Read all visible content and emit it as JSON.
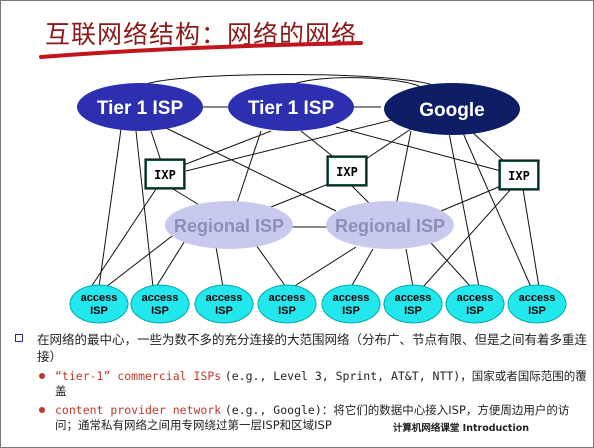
{
  "title": "互联网络结构：网络的网络",
  "diagram": {
    "nodes": {
      "tier1_a": "Tier 1 ISP",
      "tier1_b": "Tier 1 ISP",
      "google": "Google",
      "ixp": "IXP",
      "regional_a": "Regional ISP",
      "regional_b": "Regional ISP",
      "access_line1": "access",
      "access_line2": "ISP"
    },
    "colors": {
      "tier1": "#2b2fb0",
      "google": "#0d1e66",
      "regional": "#c7c9ef",
      "regional_text": "#8d8fb8",
      "access": "#22e8ee",
      "ixp_fill": "#0a5a46"
    }
  },
  "bullets": {
    "main": "在网络的最中心，一些为数不多的充分连接的大范围网络（分布广、节点有限、但是之间有着多重连接）",
    "sub1_red": "“tier-1” commercial ISPs",
    "sub1_mono": "(e.g., Level 3, Sprint, AT&T, NTT)",
    "sub1_text": "，国家或者国际范围的覆盖",
    "sub2_red": "content provider network",
    "sub2_mono": "(e.g., Google)",
    "sub2_text": "：将它们的数据中心接入ISP，方便周边用户的访问；通常私有网络之间用专网绕过第一层ISP和区域ISP"
  },
  "footer": "计算机网络课堂 Introduction"
}
